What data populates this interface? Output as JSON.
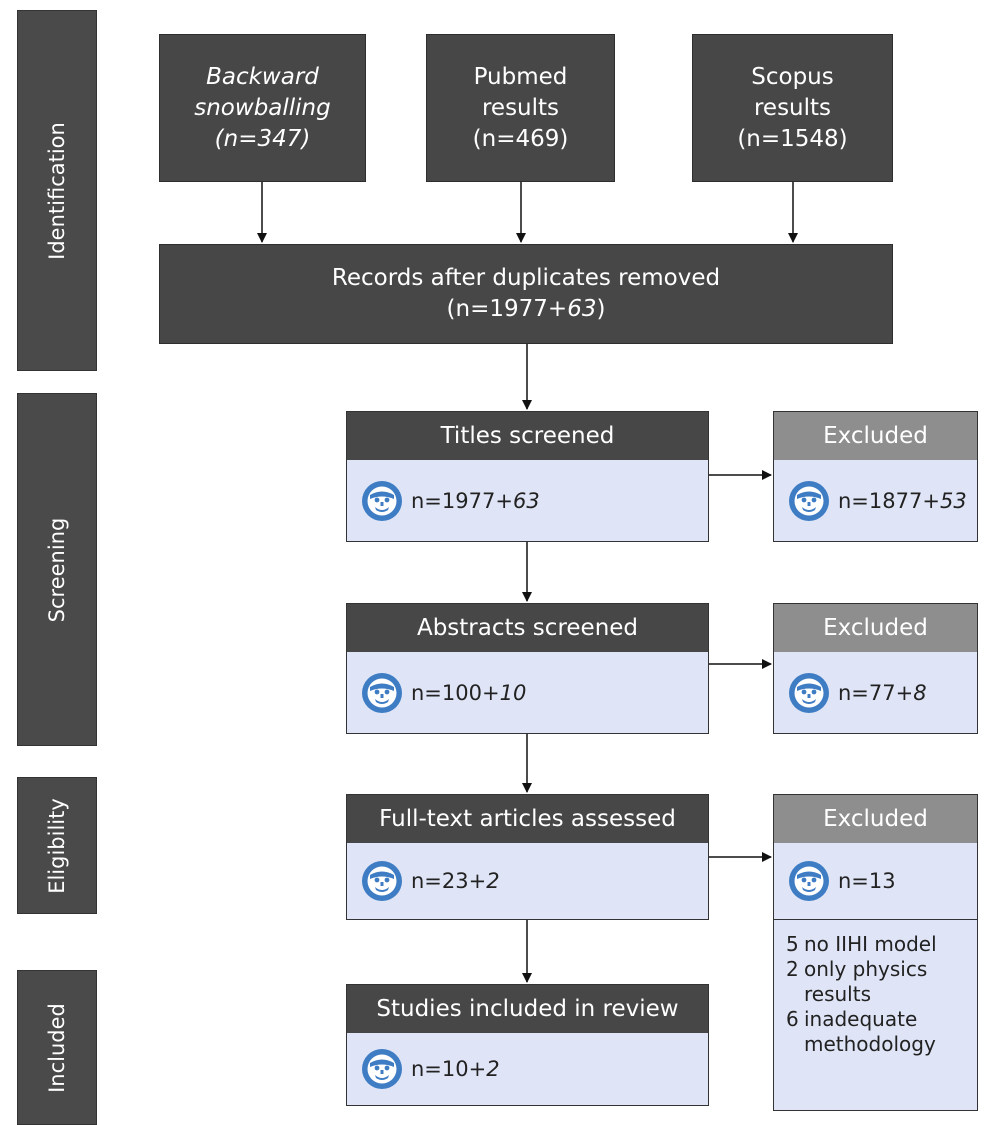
{
  "stages": {
    "identification": "Identification",
    "screening": "Screening",
    "eligibility": "Eligibility",
    "included": "Included"
  },
  "sources": {
    "backward": {
      "line1": "Backward",
      "line2": "snowballing",
      "count": "(n=347)"
    },
    "pubmed": {
      "line1": "Pubmed",
      "line2": "results",
      "count": "(n=469)"
    },
    "scopus": {
      "line1": "Scopus",
      "line2": "results",
      "count": "(n=1548)"
    }
  },
  "records": {
    "title": "Records after duplicates removed",
    "count_prefix": "(n=1977+",
    "count_extra": "63",
    "count_suffix": ")"
  },
  "titles_screened": {
    "title": "Titles screened",
    "n": "n=1977+",
    "extra": "63"
  },
  "titles_excluded": {
    "title": "Excluded",
    "n": "n=1877+",
    "extra": "53"
  },
  "abstracts_screened": {
    "title": "Abstracts screened",
    "n": "n=100+",
    "extra": "10"
  },
  "abstracts_excluded": {
    "title": "Excluded",
    "n": "n=77+",
    "extra": "8"
  },
  "fulltext_assessed": {
    "title": "Full-text articles assessed",
    "n": "n=23+",
    "extra": "2"
  },
  "fulltext_excluded": {
    "title": "Excluded",
    "n": "n=13",
    "reasons": [
      {
        "num": "5",
        "text": "no IIHI model"
      },
      {
        "num": "2",
        "text": "only physics results"
      },
      {
        "num": "6",
        "text": "inadequate methodology"
      }
    ]
  },
  "included": {
    "title": "Studies included in review",
    "n": "n=10+",
    "extra": "2"
  },
  "colors": {
    "dark": "#474747",
    "grey": "#8e8e8e",
    "panel": "#dfe5f6",
    "icon": "#3e7cc4"
  },
  "icons": {
    "robot": "monkey-face-icon"
  }
}
